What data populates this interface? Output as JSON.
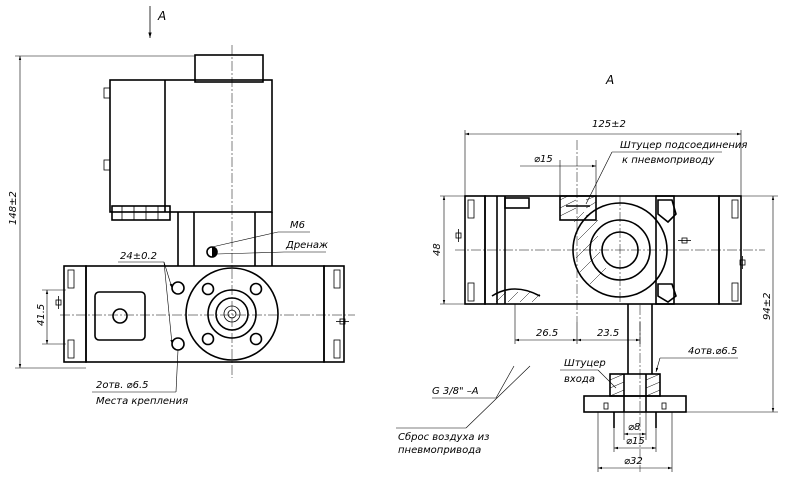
{
  "colors": {
    "ink": "#000000",
    "paper": "#ffffff"
  },
  "front_view": {
    "view_arrow_label": "A",
    "dim_total_height": "148±2",
    "dim_mount_spacing": "24±0.2",
    "dim_body_height": "41.5",
    "thread_label": "M6",
    "drain_label": "Дренаж",
    "holes_label": "2отв. ⌀6.5",
    "mount_label": "Места крепления"
  },
  "view_a": {
    "title": "A",
    "dim_width": "125±2",
    "dim_height_left": "48",
    "dim_height_right": "94±2",
    "dim_port": "⌀15",
    "port_label_line1": "Штуцер подсоединения",
    "port_label_line2": "к пневмоприводу",
    "dim_26_5": "26.5",
    "dim_23_5": "23.5",
    "holes_label": "4отв.⌀6.5",
    "inlet_label_line1": "Штуцер",
    "inlet_label_line2": "входа",
    "thread_label": "G 3/8\" –A",
    "exhaust_label_line1": "Сброс воздуха из",
    "exhaust_label_line2": "пневмопривода",
    "dim_d8": "⌀8",
    "dim_d15": "⌀15",
    "dim_d32": "⌀32"
  }
}
